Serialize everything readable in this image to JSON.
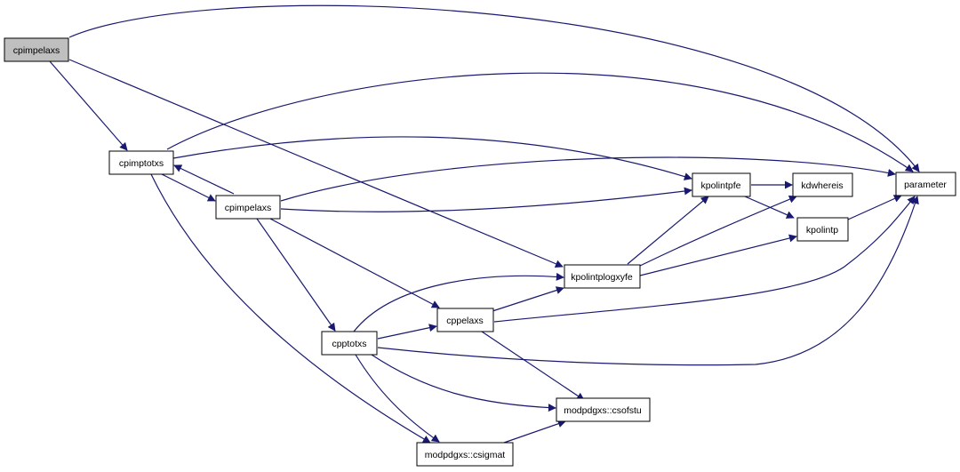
{
  "graph": {
    "edge_color": "#191970",
    "root_fill": "#bfbfbf",
    "node_fill": "#ffffff",
    "nodes": {
      "cpimpelaxs_root": {
        "label": "cpimpelaxs",
        "root": true
      },
      "cpimptotxs": {
        "label": "cpimptotxs"
      },
      "cpimpelaxs": {
        "label": "cpimpelaxs"
      },
      "cpptotxs": {
        "label": "cpptotxs"
      },
      "cppelaxs": {
        "label": "cppelaxs"
      },
      "kpolintplogxyfe": {
        "label": "kpolintplogxyfe"
      },
      "kpolintpfe": {
        "label": "kpolintpfe"
      },
      "kdwhereis": {
        "label": "kdwhereis"
      },
      "kpolintp": {
        "label": "kpolintp"
      },
      "parameter": {
        "label": "parameter"
      },
      "csofstu": {
        "label": "modpdgxs::csofstu"
      },
      "csigmat": {
        "label": "modpdgxs::csigmat"
      }
    },
    "edges": [
      [
        "cpimpelaxs_root",
        "parameter"
      ],
      [
        "cpimpelaxs_root",
        "cpimptotxs"
      ],
      [
        "cpimpelaxs_root",
        "kpolintplogxyfe"
      ],
      [
        "cpimptotxs",
        "parameter"
      ],
      [
        "cpimptotxs",
        "kpolintpfe"
      ],
      [
        "cpimptotxs",
        "cpimpelaxs"
      ],
      [
        "cpimptotxs",
        "csigmat"
      ],
      [
        "cpimpelaxs",
        "cpimptotxs"
      ],
      [
        "cpimpelaxs",
        "parameter"
      ],
      [
        "cpimpelaxs",
        "kpolintpfe"
      ],
      [
        "cpimpelaxs",
        "cpptotxs"
      ],
      [
        "cpimpelaxs",
        "cppelaxs"
      ],
      [
        "cpptotxs",
        "kpolintplogxyfe"
      ],
      [
        "cpptotxs",
        "cppelaxs"
      ],
      [
        "cpptotxs",
        "parameter"
      ],
      [
        "cpptotxs",
        "csofstu"
      ],
      [
        "cpptotxs",
        "csigmat"
      ],
      [
        "cppelaxs",
        "kpolintplogxyfe"
      ],
      [
        "cppelaxs",
        "parameter"
      ],
      [
        "cppelaxs",
        "csofstu"
      ],
      [
        "kpolintplogxyfe",
        "kpolintpfe"
      ],
      [
        "kpolintplogxyfe",
        "kdwhereis"
      ],
      [
        "kpolintplogxyfe",
        "kpolintp"
      ],
      [
        "kpolintpfe",
        "kdwhereis"
      ],
      [
        "kpolintpfe",
        "kpolintp"
      ],
      [
        "kpolintp",
        "parameter"
      ],
      [
        "csigmat",
        "csofstu"
      ]
    ]
  }
}
